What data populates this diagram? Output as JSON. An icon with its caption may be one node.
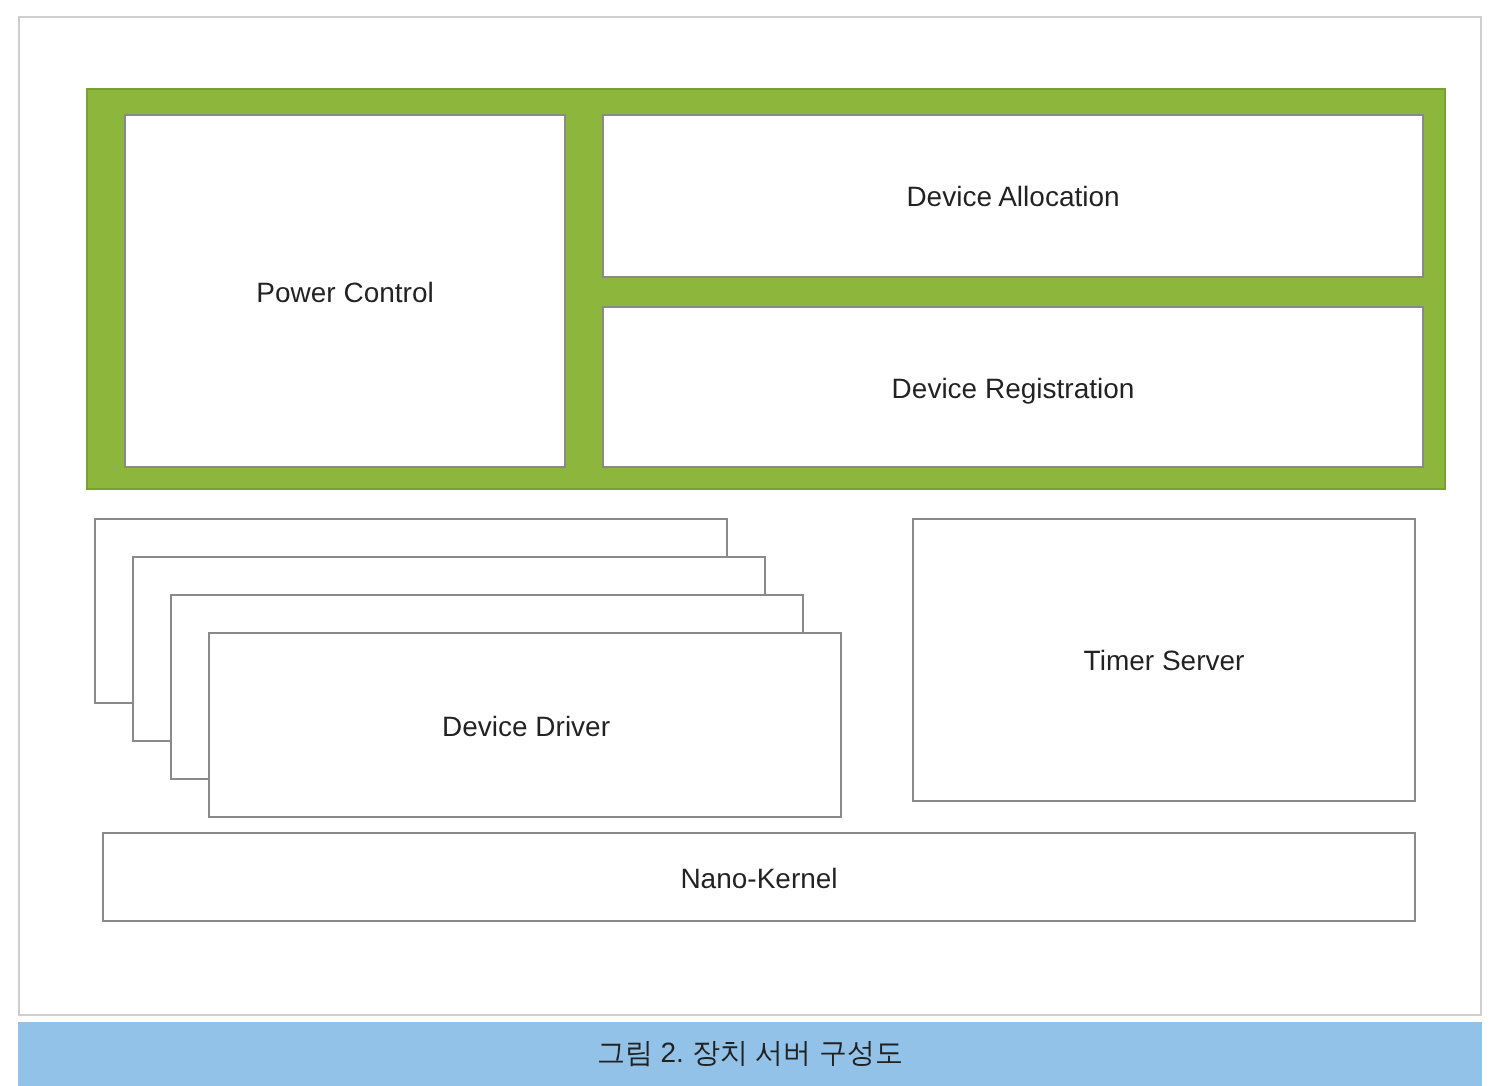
{
  "diagram": {
    "caption": "그림 2. 장치 서버 구성도",
    "nodes": [
      {
        "text": [],
        "shape": "box"
      },
      {
        "text": [
          "Power Control"
        ],
        "in": 0
      },
      {
        "text": [
          "Device Allocation"
        ],
        "in": 0
      },
      {
        "text": [
          "Device Registration"
        ],
        "in": 0
      },
      {
        "text": [
          "Device Driver"
        ]
      },
      {
        "text": [
          "Timer Server"
        ]
      },
      {
        "text": [
          "Nano-Kernel"
        ]
      }
    ]
  }
}
